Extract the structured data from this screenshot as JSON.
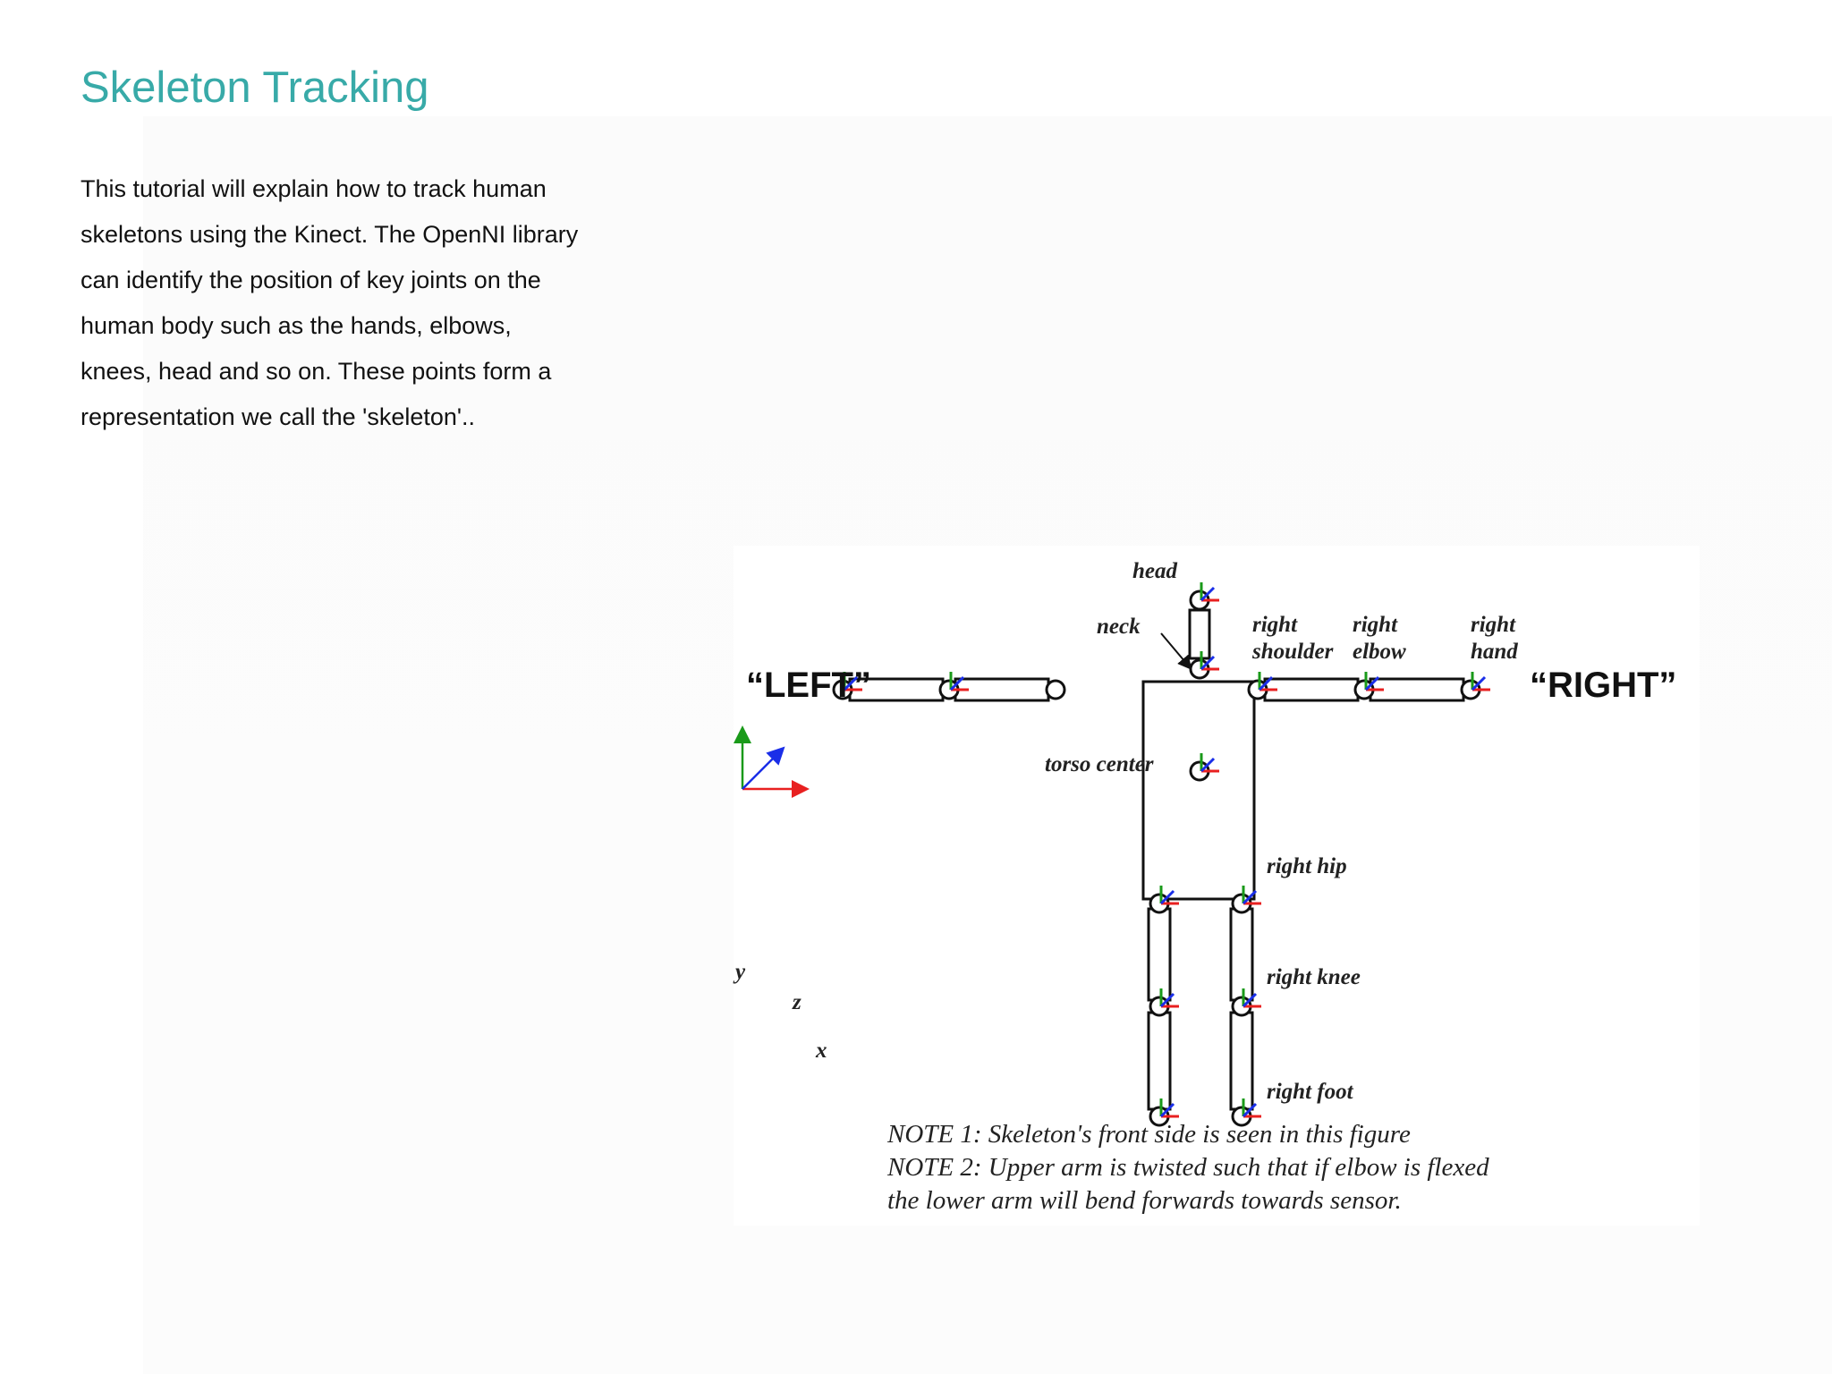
{
  "page": {
    "title": "Skeleton Tracking",
    "intro_lines": [
      "This tutorial will explain how to track human",
      "skeletons using the Kinect. The OpenNI library",
      "can identify the position of key joints on the",
      "human body such as the hands, elbows,",
      "knees, head and so on. These points form a",
      "representation we call the 'skeleton'.."
    ]
  },
  "diagram": {
    "side_left": "“LEFT”",
    "side_right": "“RIGHT”",
    "joint_labels": {
      "head": "head",
      "neck": "neck",
      "right_shoulder": [
        "right",
        "shoulder"
      ],
      "right_elbow": [
        "right",
        "elbow"
      ],
      "right_hand": [
        "right",
        "hand"
      ],
      "torso_center": "torso center",
      "right_hip": "right hip",
      "right_knee": "right knee",
      "right_foot": "right foot"
    },
    "axes": {
      "x": "x",
      "y": "y",
      "z": "z"
    },
    "notes": [
      "NOTE 1: Skeleton's front side is seen in this figure",
      "NOTE 2: Upper arm is twisted such that if elbow is flexed",
      "the lower arm will bend forwards towards sensor."
    ],
    "colors": {
      "x_axis": "#e82020",
      "y_axis": "#1a9a1a",
      "z_axis": "#1a2ee8",
      "outline": "#111111"
    }
  }
}
